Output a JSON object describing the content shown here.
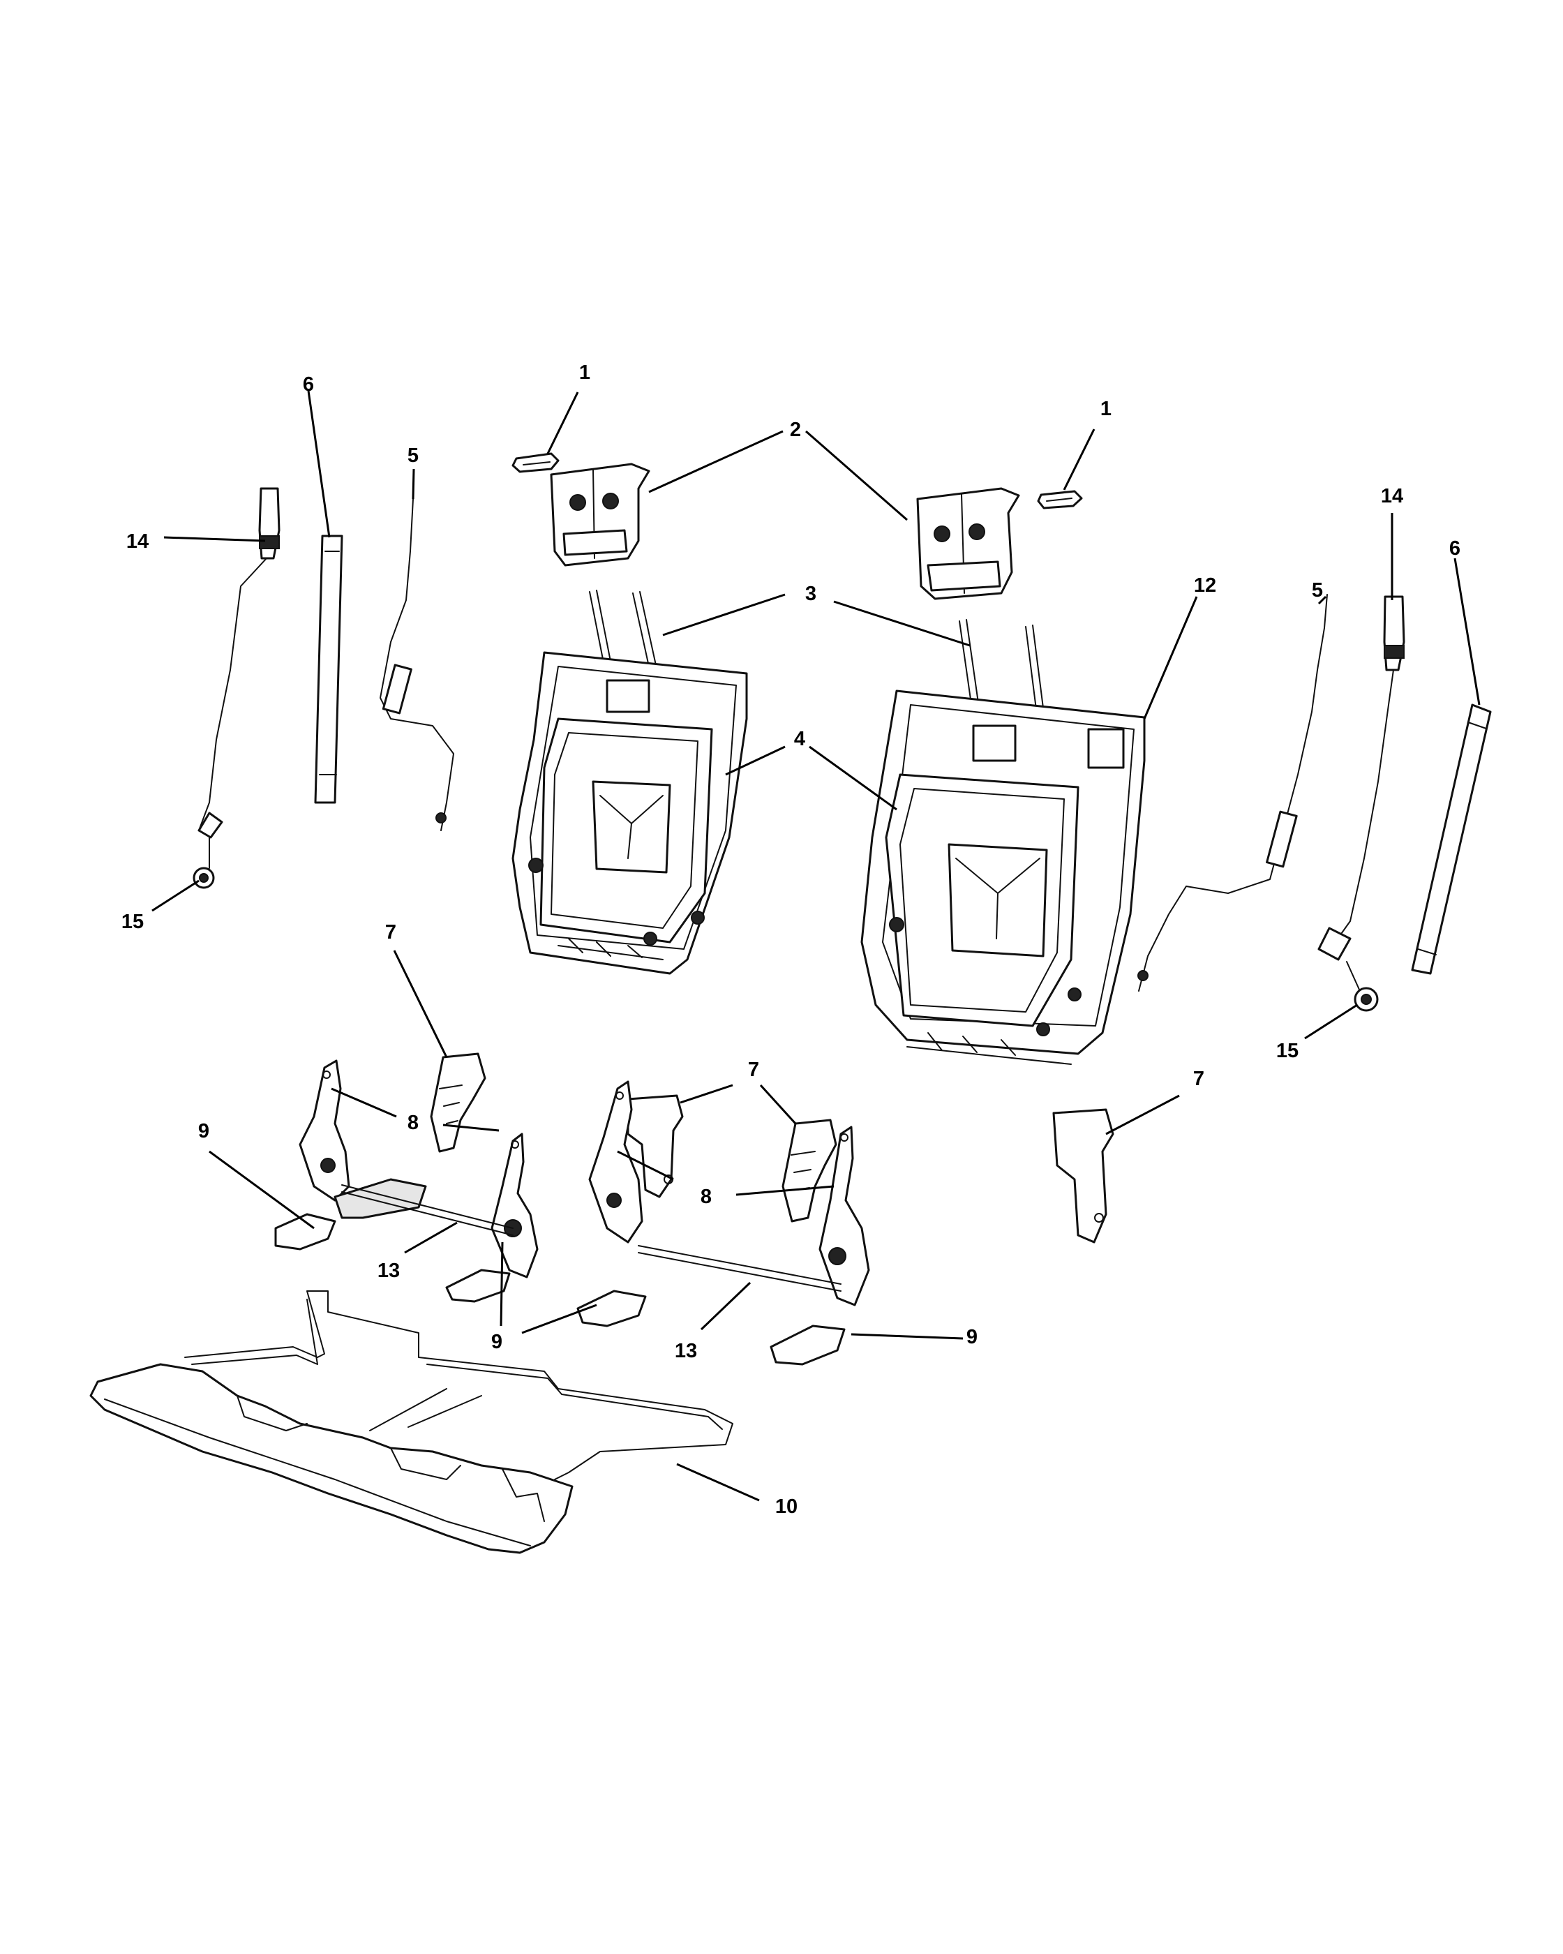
{
  "callouts": {
    "c1a": "1",
    "c1b": "1",
    "c2": "2",
    "c3": "3",
    "c4": "4",
    "c5a": "5",
    "c5b": "5",
    "c6a": "6",
    "c6b": "6",
    "c7a": "7",
    "c7b": "7",
    "c7c": "7",
    "c8a": "8",
    "c8b": "8",
    "c9a": "9",
    "c9b": "9",
    "c9c": "9",
    "c10": "10",
    "c12": "12",
    "c13a": "13",
    "c13b": "13",
    "c14a": "14",
    "c14b": "14",
    "c15a": "15",
    "c15b": "15"
  }
}
